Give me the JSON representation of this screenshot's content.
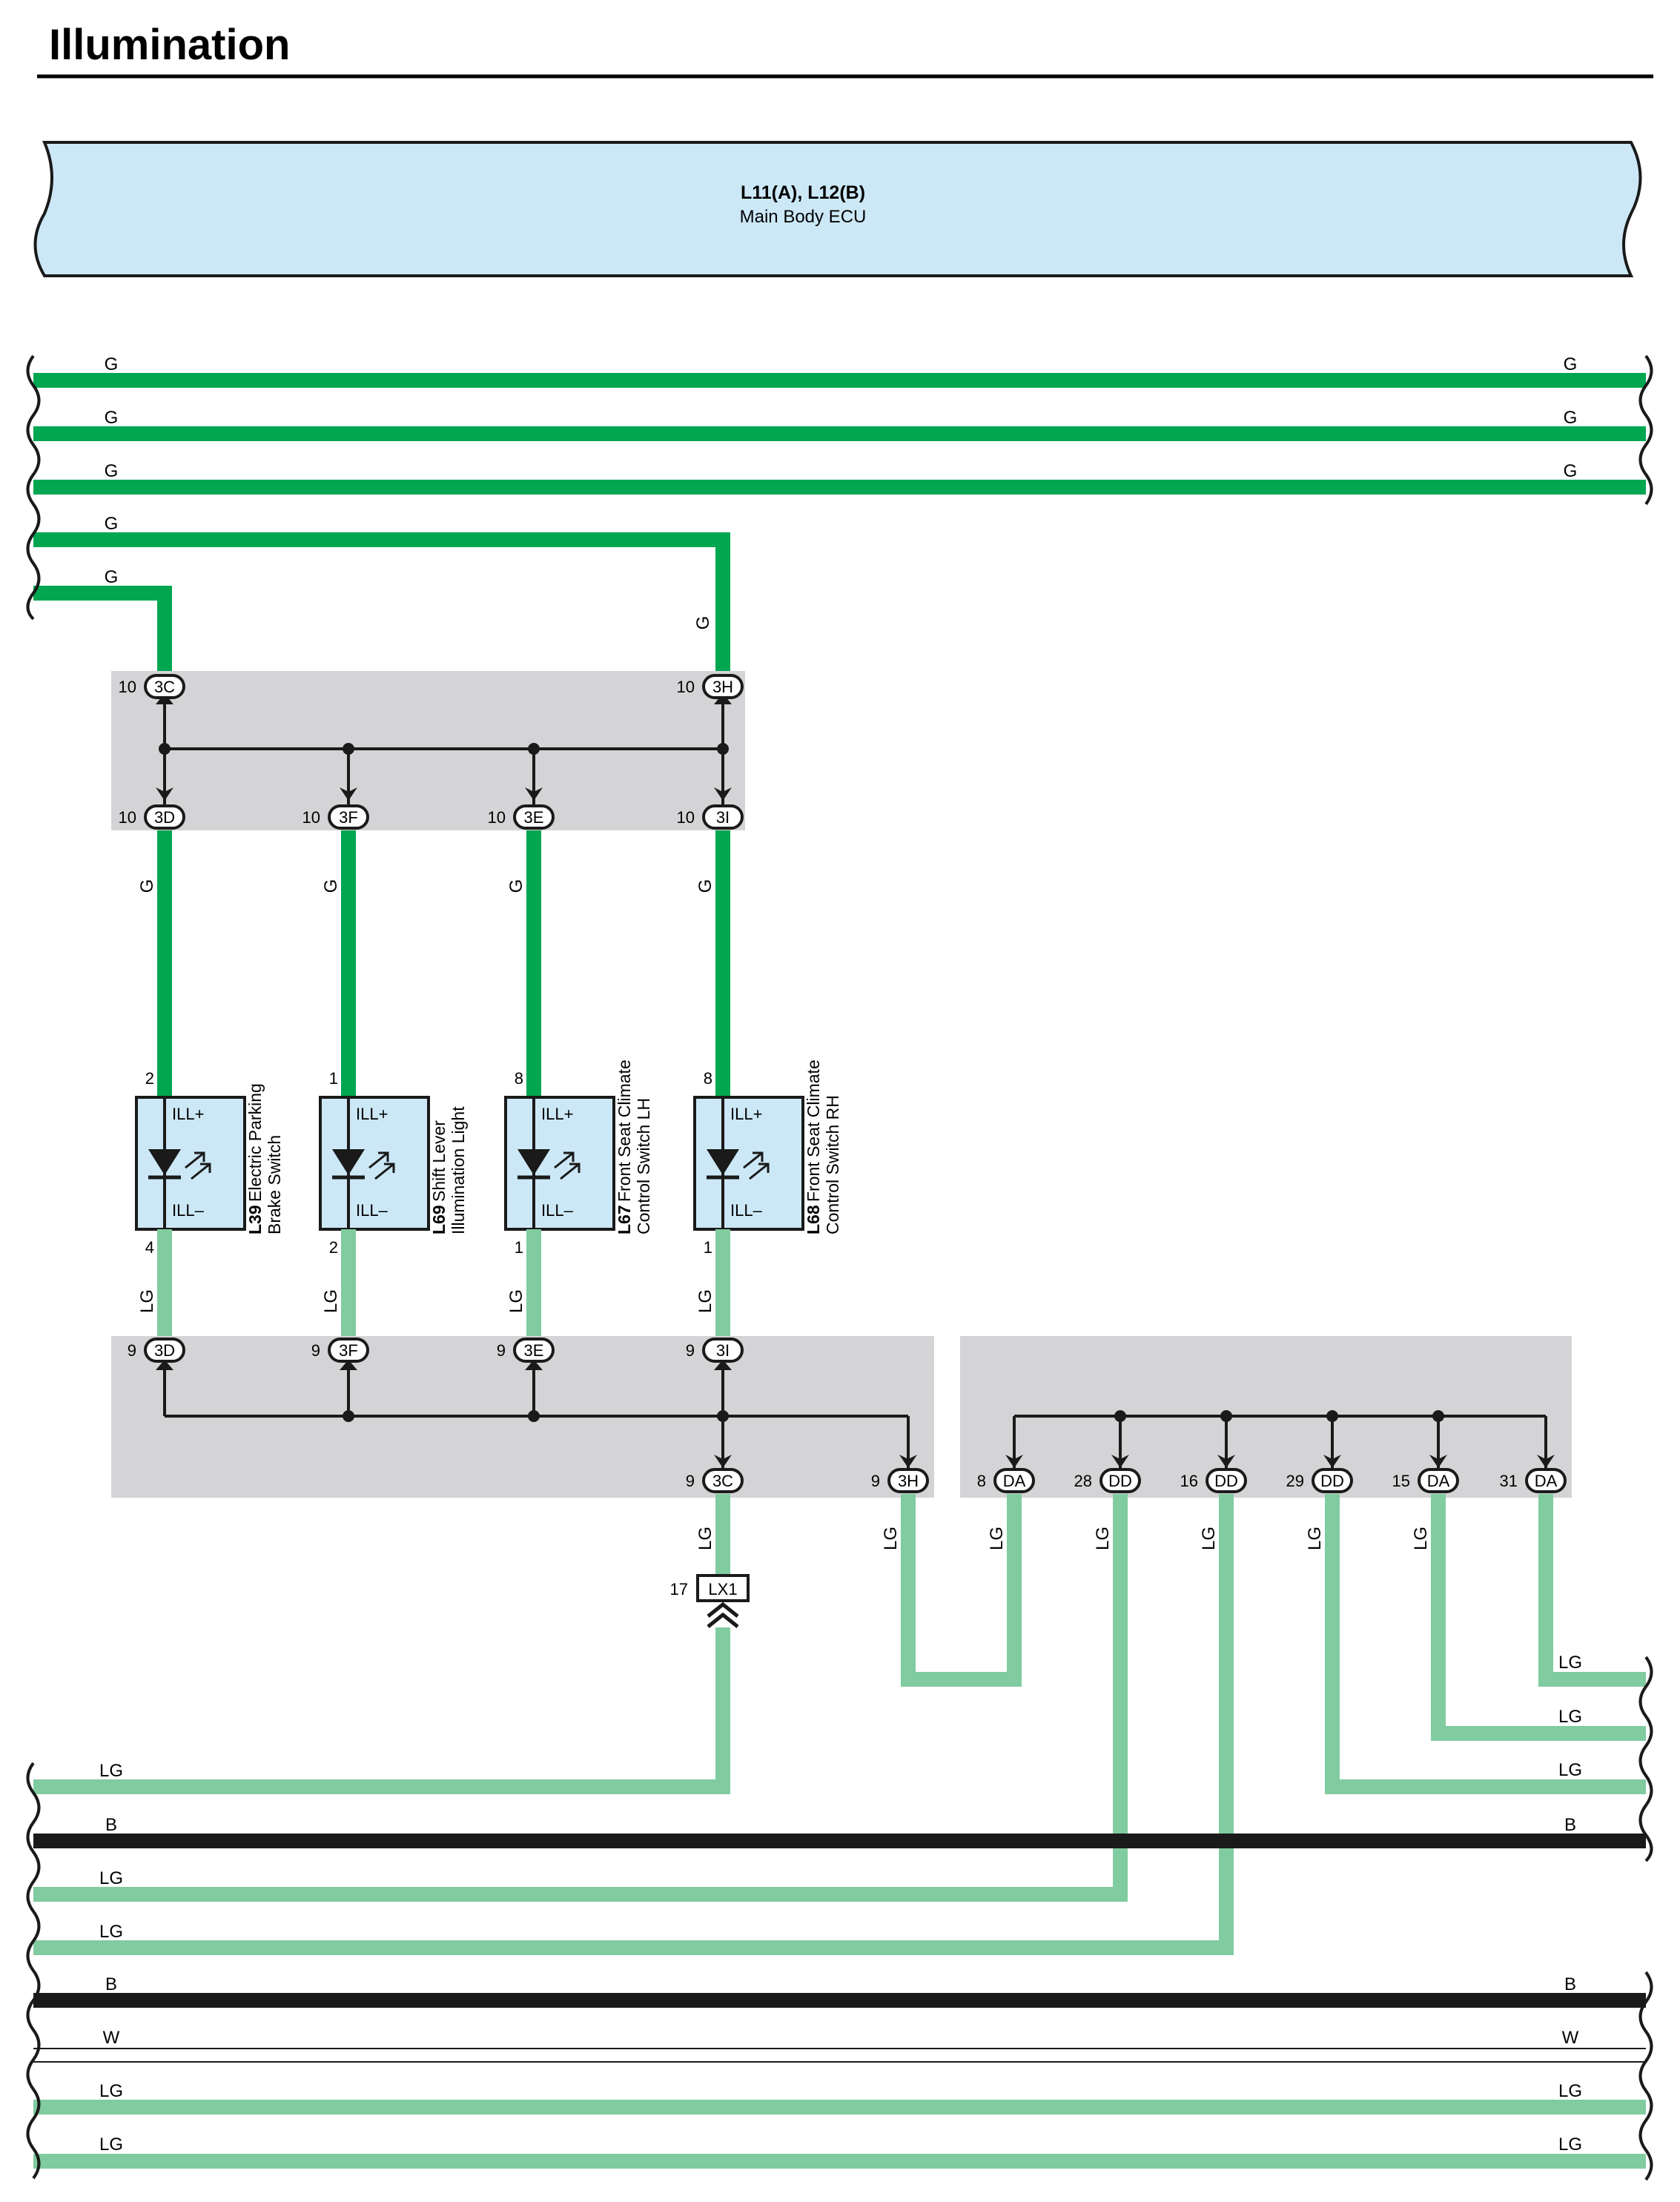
{
  "title": "Illumination",
  "colors": {
    "green": "#00A650",
    "light_green": "#80CBA0",
    "black": "#1A1A1A",
    "white_wire": "#FFFFFF",
    "ecu_fill": "#CCE8F7",
    "junction_fill": "#D4D4D6",
    "component_fill": "#CCE8F7"
  },
  "ecu": {
    "connectors": "L11(A), L12(B)",
    "name": "Main Body ECU"
  },
  "top_wires": [
    {
      "left": "G",
      "right": "G"
    },
    {
      "left": "G",
      "right": "G"
    },
    {
      "left": "G",
      "right": "G"
    },
    {
      "left": "G"
    },
    {
      "left": "G"
    }
  ],
  "vertical_wire_labels": {
    "upper_right_feed": "G",
    "col1": "G",
    "col2": "G",
    "col3": "G",
    "col4": "G",
    "col1_low": "LG",
    "col2_low": "LG",
    "col3_low": "LG",
    "col4_low": "LG",
    "out_3c": "LG",
    "out_3h": "LG",
    "da8": "LG",
    "dd28": "LG",
    "dd16": "LG",
    "dd29": "LG",
    "da15": "LG",
    "da31": "LG"
  },
  "junction_upper": {
    "top_pins": [
      {
        "pin": "10",
        "conn": "3C"
      },
      {
        "pin": "10",
        "conn": "3H"
      }
    ],
    "bottom_pins": [
      {
        "pin": "10",
        "conn": "3D"
      },
      {
        "pin": "10",
        "conn": "3F"
      },
      {
        "pin": "10",
        "conn": "3E"
      },
      {
        "pin": "10",
        "conn": "3I"
      }
    ]
  },
  "components": [
    {
      "id": "L39",
      "name_line1": "Electric Parking",
      "name_line2": "Brake Switch",
      "pin_top": "2",
      "pin_bottom": "4",
      "plus": "ILL+",
      "minus": "ILL–"
    },
    {
      "id": "L69",
      "name_line1": "Shift Lever",
      "name_line2": "Illumination Light",
      "pin_top": "1",
      "pin_bottom": "2",
      "plus": "ILL+",
      "minus": "ILL–"
    },
    {
      "id": "L67",
      "name_line1": "Front Seat Climate",
      "name_line2": "Control Switch LH",
      "pin_top": "8",
      "pin_bottom": "1",
      "plus": "ILL+",
      "minus": "ILL–"
    },
    {
      "id": "L68",
      "name_line1": "Front Seat Climate",
      "name_line2": "Control Switch RH",
      "pin_top": "8",
      "pin_bottom": "1",
      "plus": "ILL+",
      "minus": "ILL–"
    }
  ],
  "junction_lower": {
    "top_pins": [
      {
        "pin": "9",
        "conn": "3D"
      },
      {
        "pin": "9",
        "conn": "3F"
      },
      {
        "pin": "9",
        "conn": "3E"
      },
      {
        "pin": "9",
        "conn": "3I"
      }
    ],
    "bottom_pins": [
      {
        "pin": "9",
        "conn": "3C"
      },
      {
        "pin": "9",
        "conn": "3H"
      }
    ]
  },
  "junction_right": {
    "pins": [
      {
        "pin": "8",
        "conn": "DA"
      },
      {
        "pin": "28",
        "conn": "DD"
      },
      {
        "pin": "16",
        "conn": "DD"
      },
      {
        "pin": "29",
        "conn": "DD"
      },
      {
        "pin": "15",
        "conn": "DA"
      },
      {
        "pin": "31",
        "conn": "DA"
      }
    ]
  },
  "inline_connector": {
    "pin": "17",
    "conn": "LX1"
  },
  "right_exits": [
    {
      "label": "LG"
    },
    {
      "label": "LG"
    },
    {
      "label": "LG"
    }
  ],
  "bottom_wires": [
    {
      "left": "LG"
    },
    {
      "left": "B",
      "right": "B"
    },
    {
      "left": "LG"
    },
    {
      "left": "LG"
    },
    {
      "left": "B",
      "right": "B"
    },
    {
      "left": "W",
      "right": "W"
    },
    {
      "left": "LG",
      "right": "LG"
    },
    {
      "left": "LG",
      "right": "LG"
    }
  ]
}
